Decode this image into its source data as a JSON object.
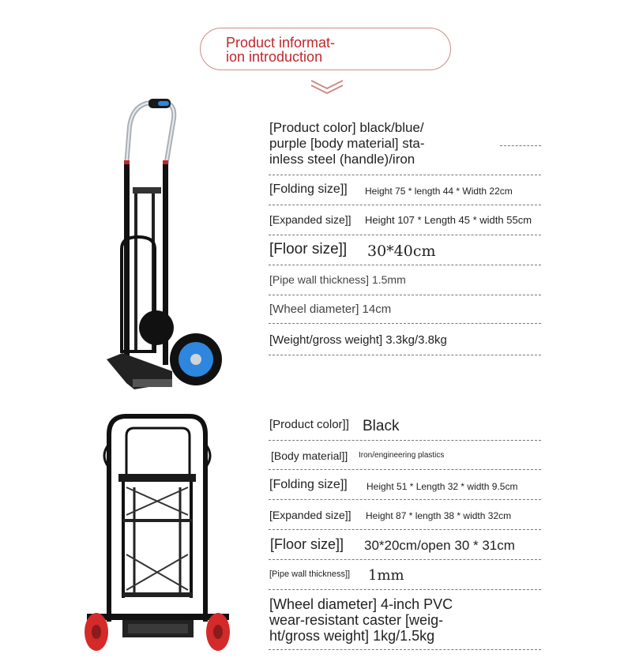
{
  "header": {
    "title_line1": "Product informat-",
    "title_line2": "ion introduction",
    "accent_color": "#c0272d"
  },
  "product1": {
    "rows": [
      {
        "lines": [
          "[Product color] black/blue/",
          "purple [body material] sta-",
          "inless steel (handle)/iron"
        ]
      },
      {
        "label": "[Folding size]]",
        "value": "Height 75 * length 44 * Width 22cm"
      },
      {
        "label": "[Expanded size]]",
        "value": "Height 107 * Length 45 * width 55cm"
      },
      {
        "label": "[Floor size]]",
        "value": "30*40cm"
      },
      {
        "label": "[Pipe wall thickness] 1.5mm"
      },
      {
        "label": "[Wheel diameter] 14cm"
      },
      {
        "label": "[Weight/gross weight] 3.3kg/3.8kg"
      }
    ]
  },
  "product2": {
    "rows": [
      {
        "label": "[Product color]]",
        "value": "Black"
      },
      {
        "label": "[Body material]]",
        "value": "Iron/engineering plastics"
      },
      {
        "label": "[Folding size]]",
        "value": "Height 51 * Length 32 * width 9.5cm"
      },
      {
        "label": "[Expanded size]]",
        "value": "Height 87 * length 38 * width 32cm"
      },
      {
        "label": "[Floor size]]",
        "value": "30*20cm/open 30 * 31cm"
      },
      {
        "label": "[Pipe wall thickness]]",
        "value": "1mm"
      },
      {
        "lines": [
          "[Wheel diameter] 4-inch PVC",
          "wear-resistant caster [weig-",
          "ht/gross weight] 1kg/1.5kg"
        ]
      }
    ]
  }
}
